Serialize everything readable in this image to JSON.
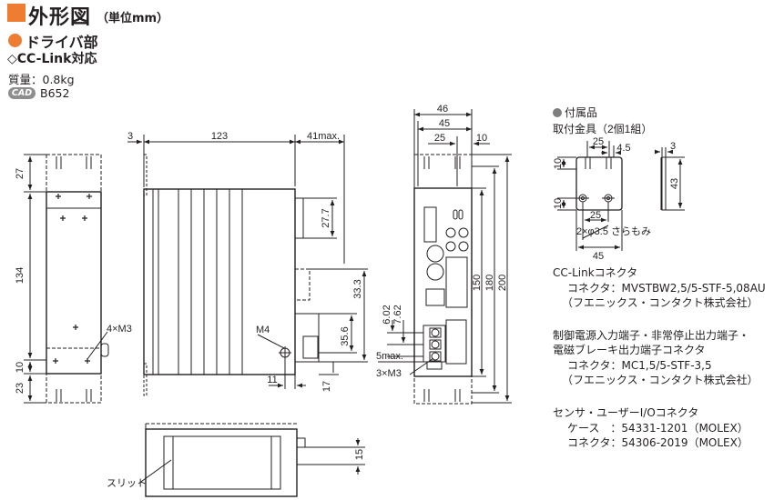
{
  "header": {
    "title": "外形図",
    "unit": "（単位mm）",
    "section": "ドライバ部",
    "variant": "◇CC-Link対応",
    "mass": "質量：0.8kg",
    "cad_badge": "CAD",
    "cad_code": "B652"
  },
  "colors": {
    "accent": "#ee7d31",
    "line": "#231f20",
    "badge": "#8e8e8e"
  },
  "dims": {
    "left": {
      "d27": "27",
      "d134": "134",
      "d10": "10",
      "d23": "23",
      "holes": "4×M3"
    },
    "front": {
      "d3": "3",
      "d123": "123",
      "d41": "41max.",
      "d27_7": "27.7",
      "d33_3": "33.3",
      "d35_6": "35.6",
      "d17": "17",
      "d11": "11",
      "m4": "M4"
    },
    "right": {
      "d46": "46",
      "d45": "45",
      "d25": "25",
      "d10": "10",
      "d150": "150",
      "d180": "180",
      "d200": "200",
      "d6_02": "6.02",
      "d7_62": "7.62",
      "d5max": "5max.",
      "screws": "3×M3"
    },
    "bottom": {
      "d15": "15",
      "slit": "スリット"
    }
  },
  "accessory": {
    "title": "付属品",
    "item": "取付金具（2個1組）",
    "d25_top": "25",
    "d4_5": "4.5",
    "d10a": "10",
    "d10b": "10",
    "d25_bottom": "25",
    "holes": "2×φ3.5 さらもみ",
    "d45": "45",
    "d3": "3",
    "d43": "43"
  },
  "notes": {
    "cc_link_title": "CC-Linkコネクタ",
    "cc_link_conn": "コネクタ：MVSTBW2,5/5-STF-5,08AU",
    "cc_link_maker": "（フエニックス・コンタクト株式会社）",
    "power_title_1": "制御電源入力端子・非常停止出力端子・",
    "power_title_2": "電磁ブレーキ出力端子コネクタ",
    "power_conn": "コネクタ：MC1,5/5-STF-3,5",
    "power_maker": "（フエニックス・コンタクト株式会社）",
    "sensor_title": "センサ・ユーザーI/Oコネクタ",
    "sensor_case": "ケース　：54331-1201（MOLEX）",
    "sensor_conn": "コネクタ：54306-2019（MOLEX）"
  }
}
